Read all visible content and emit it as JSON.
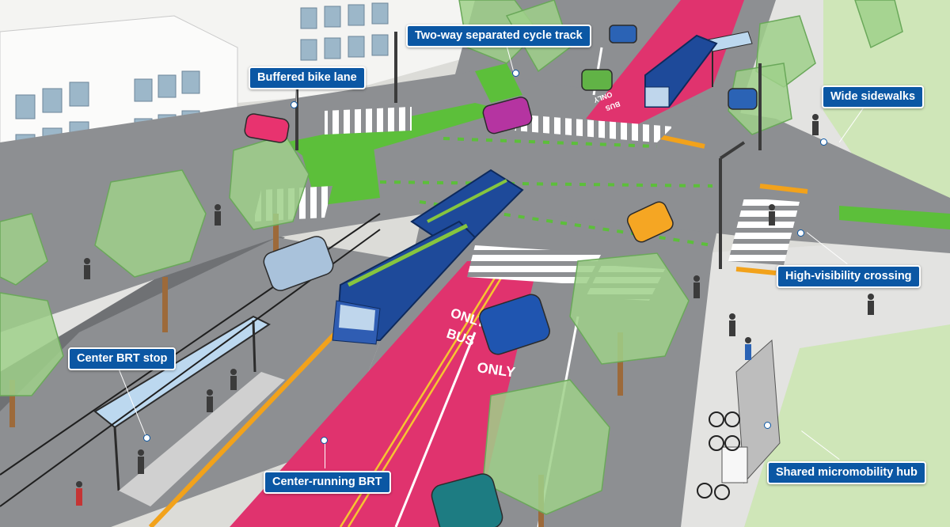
{
  "callouts": {
    "cycle_track": "Two-way separated cycle track",
    "buffered_bike_lane": "Buffered bike lane",
    "wide_sidewalks": "Wide sidewalks",
    "center_brt_stop": "Center BRT stop",
    "high_visibility_crossing": "High-visibility crossing",
    "center_running_brt": "Center-running BRT",
    "micromobility_hub": "Shared micromobility hub"
  },
  "road_markings": {
    "only_bus": "ONLY\nBUS",
    "only": "ONLY",
    "only_bus_far": "ONLY\nBUS"
  },
  "colors": {
    "callout_bg": "#0b57a4",
    "bus_lane": "#e0336e",
    "bike_lane": "#5cbf3a",
    "road": "#8d8f92",
    "grass": "#cfe6b8",
    "sidewalk": "#e3e3e1",
    "bus_body": "#1e4a9a",
    "curb": "#f2a21b"
  }
}
